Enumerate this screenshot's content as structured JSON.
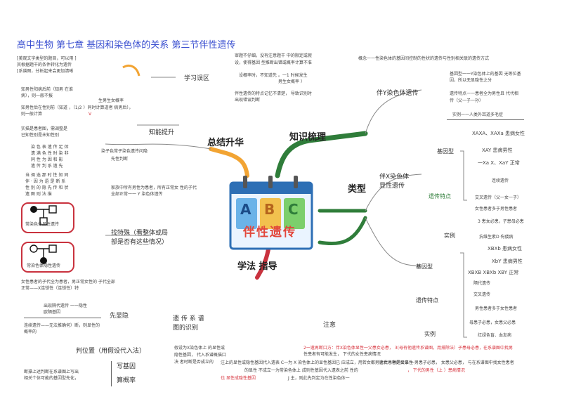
{
  "title": "高中生物 第七章 基因和染色体的关系 第三节伴性遗传",
  "center": {
    "label": "伴性遗传",
    "letters": [
      "A",
      "B",
      "C"
    ]
  },
  "branches": {
    "top_left": "总结升华",
    "top_right": "知识梳理",
    "right": "类型",
    "bottom_right": "学法 指导"
  },
  "left": {
    "study_notes": [
      "[美观文字类型的题目，可以用 ]",
      "其根据题干的条件转化为遗传",
      "[系谱图，分析起来会更加清晰"
    ],
    "study_label": "学习误区",
    "item1": [
      "知男性阳病后前（知男 在谁",
      "病），则一般不报"
    ],
    "item2": [
      "知男性后在性别前（知道 ，（1/2 ）同时计算道者 病男后），",
      "则一般计算"
    ],
    "item2_mid": "生男生女概率",
    "item2_tail": "V",
    "skills_label": "知能提升",
    "skills_intro": [
      "实描是患者图，需调整是",
      "已知性别是未知性别"
    ],
    "col1": [
      "染 色 表 遗 传 足 体",
      "遗 满 色 性 时 染 非",
      "同 性 为 因 和 影",
      "遗 传 判 系 遗 先"
    ],
    "col2": [
      "当 调 选 那 时 性 知 同",
      "伴 · 因 为 语 是 断 系",
      "性 别 的 隐 先 传 和 状",
      "遗 图 则 法 描"
    ],
    "mid_note": [
      "染子色常子染色遗传问隐",
      "先性判断"
    ],
    "tip": [
      "家族中所有男性为患者，所有正常女 性的子代",
      "全部正常一一 Y 染色体遗传"
    ],
    "box1": "常染色体显性遗传",
    "box2": "常染色体隐性遗传",
    "check_label": [
      "找特殊（看整体或局",
      "部是否有这些情况）"
    ],
    "bottom_note": [
      "女性患者的子代全为患者，男正常女性的 子代全部",
      "正常——X连锁性（连锁性）特"
    ],
    "recessive_title": [
      "出现隔代遗传 一一隐性",
      "欧隔基因"
    ],
    "shunxian": "先显隐",
    "recessive_note": [
      "连续遗传——无法推确何）断，则显性的",
      "概率的"
    ],
    "judge_position": "判位置（用假设代入法）",
    "write_gene": "写基因",
    "calc_prob": "算概率",
    "final_note": [
      "断操上述判断在系谱图上写出",
      "相关个体可能的基因型先化，"
    ]
  },
  "middle": {
    "notes_top": [
      "审题不仔细，没有注意题干 中的限定或假",
      "设，使得基因 型推断出错或概率计算不准"
    ],
    "notes_mid": [
      "设概率时，不知道先 。一1 时候发生",
      "男生女概率 ）"
    ],
    "notes_mid2": [
      "伴性遗传的特点记忆不清楚， 导致识别时",
      "出现错误判断"
    ],
    "pedigree_label": [
      "遗 传 系 谱",
      "图的识别"
    ],
    "attention": "注意",
    "assume_note": [
      "假设为X染色体上 的显性或",
      "隐性基因， 代入系谱概描口",
      "决 者时断是否成立的"
    ],
    "row1": "注上的显性或隐性基因代入遗表 C一为 X 染色体上的显性基因已 应成立，用若女都男比代一种是否显性",
    "row2": "的显性 不成立一为常染色体上 成则性基因代入遗表之前 性的",
    "row3": "也 显性成隐性基因",
    "row3_tail": "J 主，则此先判定为在性染色体一"
  },
  "right": {
    "header": "概念一一性染色体的基因间控制的性状的遗传与性别相关联的遗传方式",
    "y_label": "伴Y染色体遗传",
    "y_notes": [
      "基因型一一Y染色体上的基因 无等位基",
      "因，所以无显隐性之分",
      "遗传特点一一患者全为男性且 代代相",
      "传（父一子一孙）",
      "实例一一人类外耳道多毛症"
    ],
    "type_label": "类型",
    "x_label": [
      "伴X染色体",
      "显性遗传"
    ],
    "genotype_label": "基因型",
    "genotypes": [
      "XAXA、XAXa 患病女性",
      "XAY 患病男性",
      "一Xa  X、XaY 正常"
    ],
    "trait_label": "遗传特点",
    "traits": [
      "连续遗传",
      "交叉遗传（父一女一子）",
      "女性患者多于男性患者",
      "3 患女必患，子患母必患"
    ],
    "example_label": "实例",
    "example_1": "抗维生素D 佝偻病",
    "genotype2_label": "基因型",
    "genotypes2": [
      "XBXb 患病女性",
      "XbY 患病男性",
      "XBXB XBXb XBY 正常"
    ],
    "trait2_label": "遗传特点",
    "traits2": [
      "隔代遗传",
      "交叉遗传",
      "男性患者多于女性患者",
      "母患子必患，女患父必患"
    ],
    "example2_label": "实例",
    "example_2": "红绿色盲、血友病",
    "conclusion_row": "2一遗再断口方：伴X染色体显性一父患女必患， 3(母有他遗传系谱图，用排除法）子患母必患，在系谱图中找男",
    "conclusion_row2": "性患者有可能发生， 下代的女性患病情况",
    "conclusion_row3": "者女患者的父亲 一男患子必患， 女患父必患， 与在系谱图中找女性患者",
    "conclusion_row4": "， 下代的男性（上 ）患病情况"
  }
}
